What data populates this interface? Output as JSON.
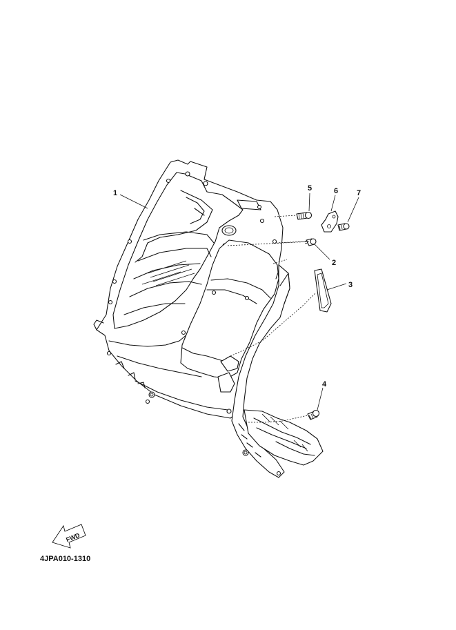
{
  "diagram": {
    "code": "4JPA010-1310",
    "fwd_label": "FWD",
    "callouts": [
      {
        "id": "1",
        "text": "1"
      },
      {
        "id": "2",
        "text": "2"
      },
      {
        "id": "3",
        "text": "3"
      },
      {
        "id": "4",
        "text": "4"
      },
      {
        "id": "5",
        "text": "5"
      },
      {
        "id": "6",
        "text": "6"
      },
      {
        "id": "7",
        "text": "7"
      }
    ]
  }
}
